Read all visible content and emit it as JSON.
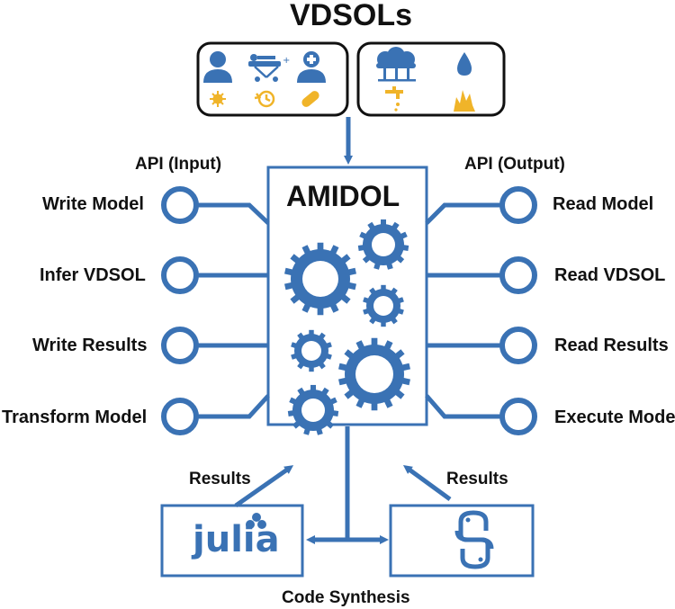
{
  "title": "VDSOLs",
  "center": {
    "title": "AMIDOL"
  },
  "api_input": {
    "heading": "API (Input)",
    "items": [
      "Write Model",
      "Infer VDSOL",
      "Write Results",
      "Transform Model"
    ]
  },
  "api_output": {
    "heading": "API (Output)",
    "items": [
      "Read Model",
      "Read VDSOL",
      "Read Results",
      "Execute Model"
    ]
  },
  "results_left": "Results",
  "results_right": "Results",
  "code_synthesis": "Code Synthesis",
  "julia_logo_text": "julia",
  "colors": {
    "blue": "#3a72b4",
    "yellow": "#f0b429",
    "black": "#111111"
  },
  "vdsol_icons_left": [
    "person-icon",
    "surgery-bed-icon",
    "doctor-icon",
    "virus-icon",
    "timer-icon",
    "pill-icon"
  ],
  "vdsol_icons_right": [
    "trees-icon",
    "water-drop-icon",
    "water-tap-icon",
    "wildfire-icon"
  ]
}
